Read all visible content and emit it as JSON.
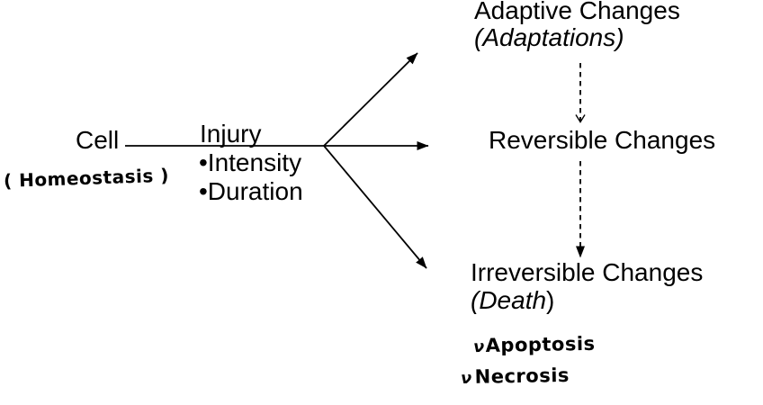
{
  "canvas": {
    "background": "#ffffff",
    "ink": "#000000",
    "description": "Hand-annotated pathology flow diagram: cell injury outcomes"
  },
  "cell": {
    "label": "Cell",
    "annotation": "( Homeostasis )"
  },
  "injury": {
    "label": "Injury",
    "bullets": [
      "•Intensity",
      "•Duration"
    ]
  },
  "adaptive": {
    "title": "Adaptive Changes",
    "subtitle_italic": "(Adaptations)"
  },
  "reversible": {
    "title": "Reversible Changes"
  },
  "irreversible": {
    "title": "Irreversible Changes",
    "subtitle_italic": "(Death",
    "subtitle_close": ")"
  },
  "handwritten_notes": [
    {
      "bullet": "ν",
      "label": "Apoptosis"
    },
    {
      "bullet": "ν",
      "label": "Necrosis"
    }
  ],
  "arrows": {
    "injury_line": "cell-to-branch-point",
    "branch_from_injury": [
      "to-adaptive-changes",
      "to-reversible-changes",
      "to-irreversible-changes"
    ],
    "progression_dashed": [
      "adaptive-to-reversible-open-head",
      "reversible-to-irreversible-filled-head"
    ]
  }
}
